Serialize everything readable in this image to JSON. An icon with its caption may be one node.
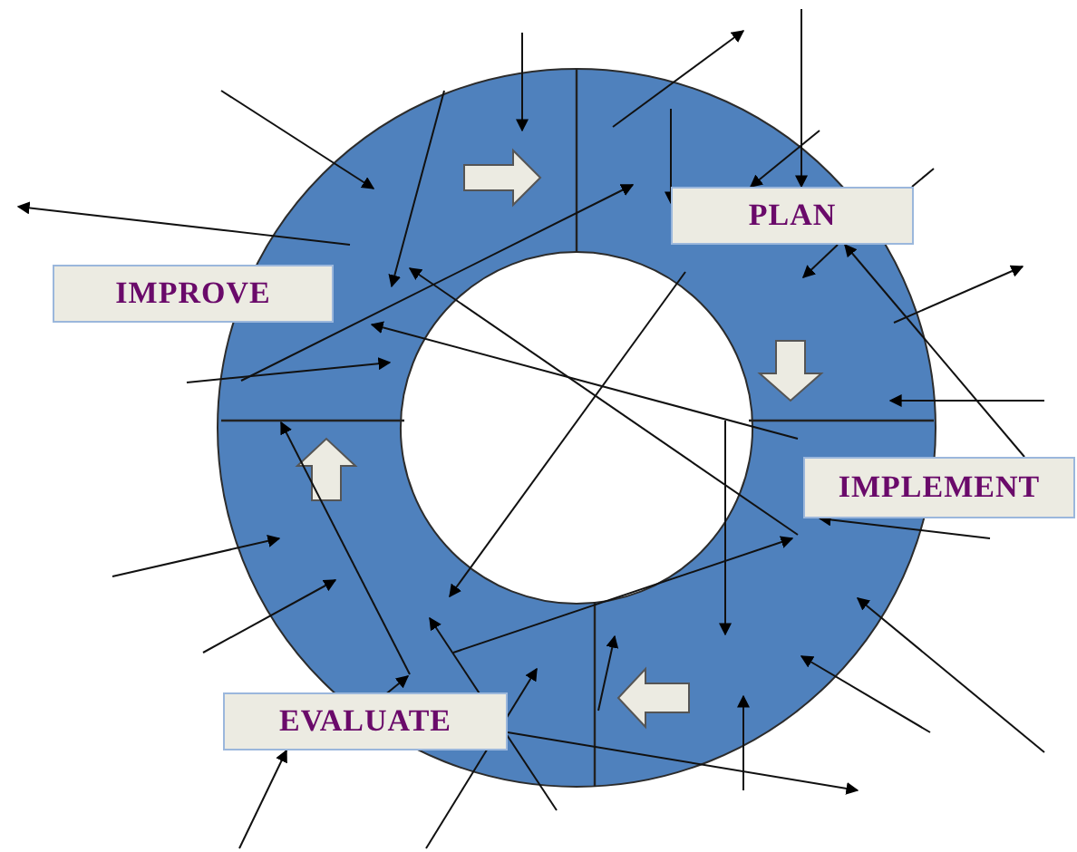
{
  "diagram": {
    "nodes": [
      {
        "text": [
          "PLAN"
        ]
      },
      {
        "text": [
          "IMPROVE"
        ]
      },
      {
        "text": [
          "IMPLEMENT"
        ]
      },
      {
        "text": [
          "EVALUATE"
        ]
      }
    ],
    "edges": [
      {
        "from": null,
        "to": 0,
        "arrow": "to"
      },
      {
        "from": null,
        "to": 0,
        "arrow": "to"
      },
      {
        "from": null,
        "to": 0,
        "arrow": "to"
      },
      {
        "from": 0,
        "to": null,
        "arrow": "to"
      },
      {
        "from": 2,
        "to": 0,
        "arrow": "to"
      },
      {
        "from": null,
        "to": 2,
        "arrow": "to"
      },
      {
        "from": null,
        "to": 3,
        "arrow": "to"
      }
    ]
  }
}
